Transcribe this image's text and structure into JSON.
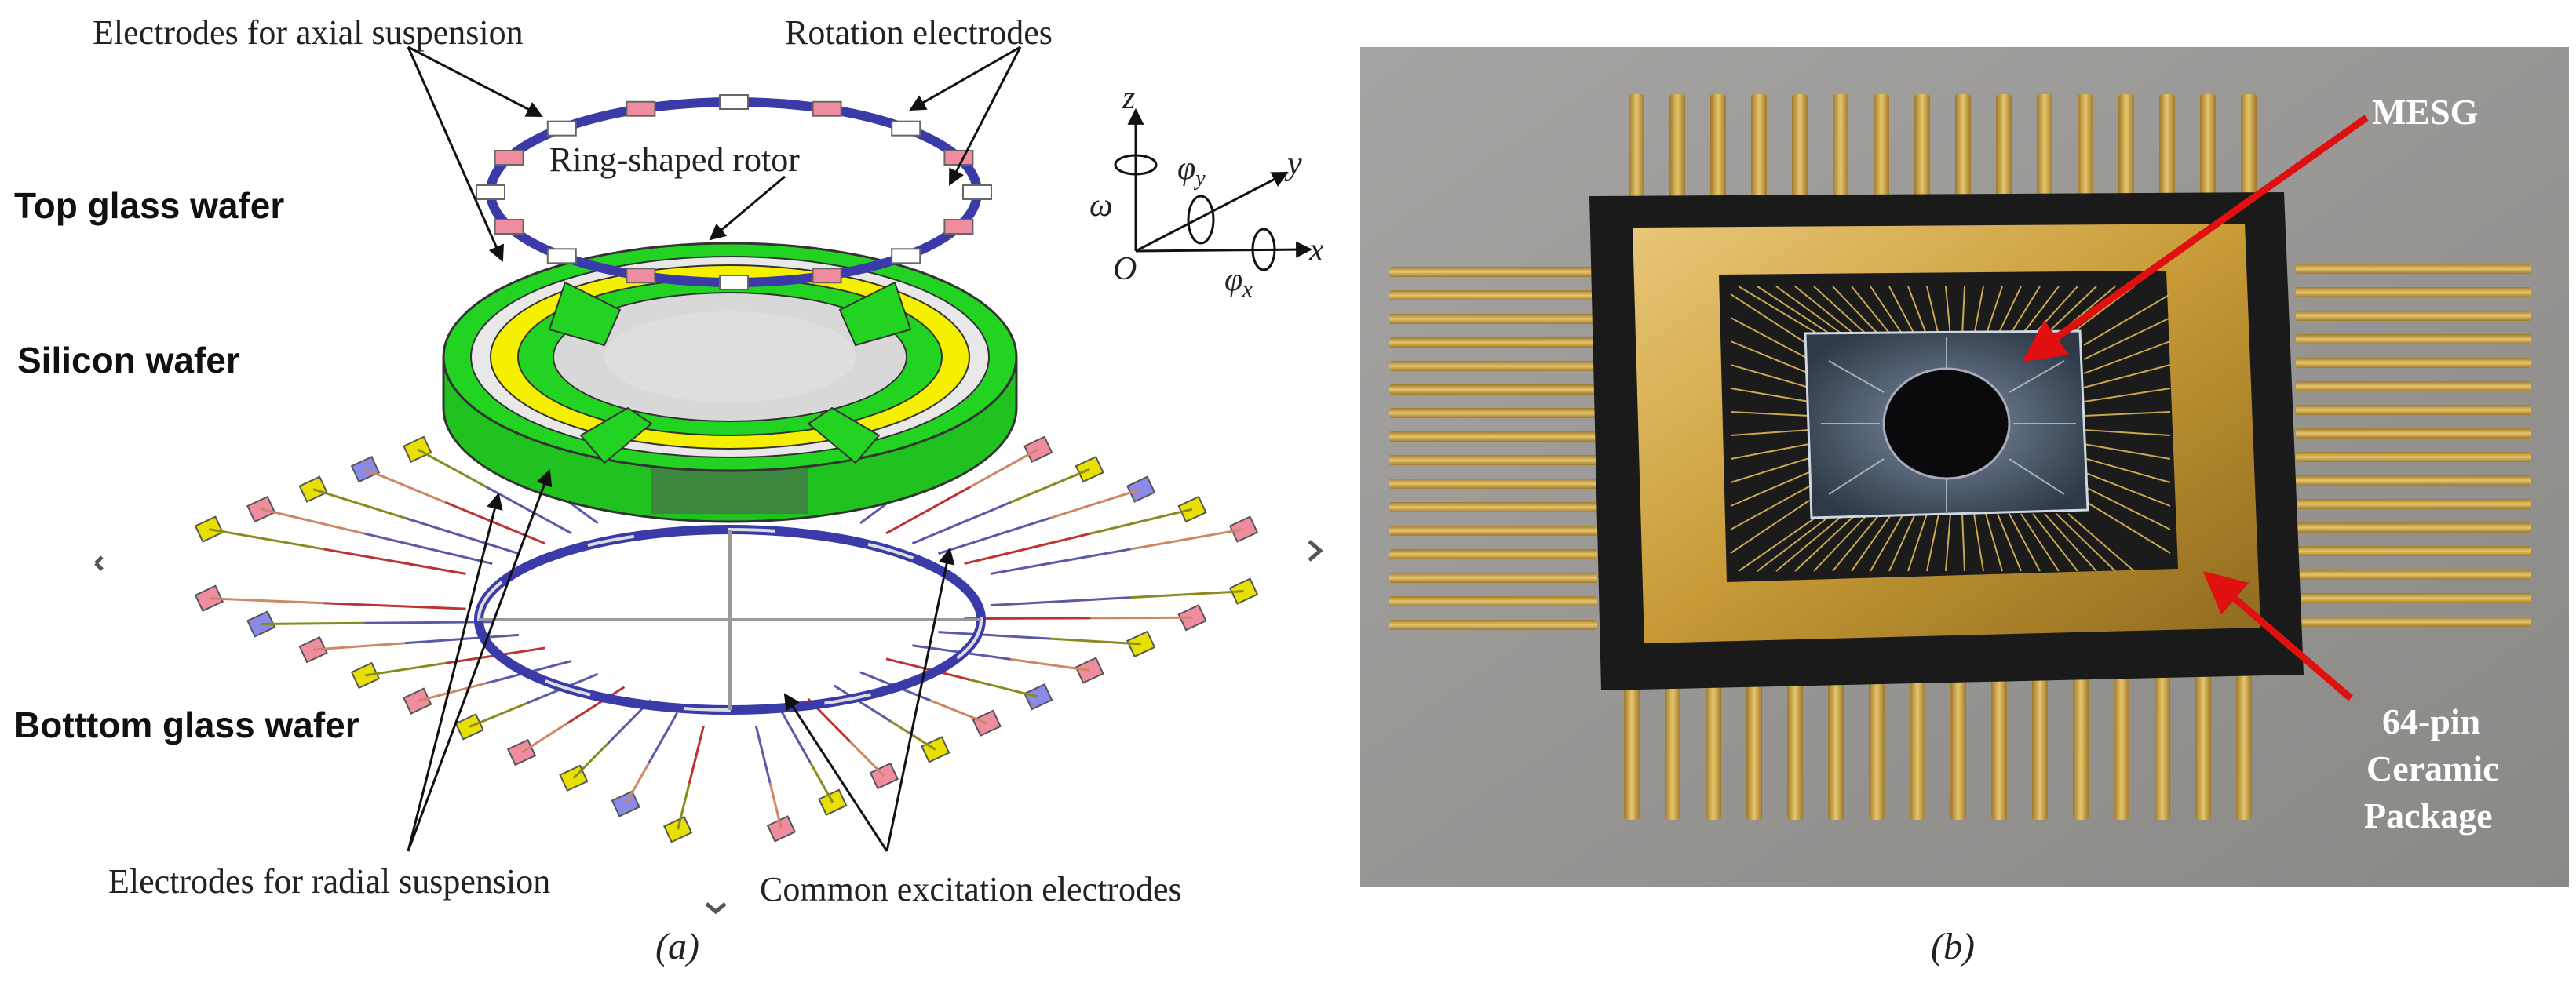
{
  "panel_a": {
    "labels": {
      "axial": "Electrodes for axial suspension",
      "rotation": "Rotation electrodes",
      "rotor": "Ring-shaped rotor",
      "top_wafer": "Top glass wafer",
      "silicon_wafer": "Silicon wafer",
      "bottom_wafer": "Botttom glass wafer",
      "radial": "Electrodes for radial suspension",
      "common": "Common excitation  electrodes"
    },
    "axes": {
      "z": "z",
      "y": "y",
      "x": "x",
      "o": "O",
      "omega": "ω",
      "phi_y": "φ",
      "phi_y_sub": "y",
      "phi_x": "φ",
      "phi_x_sub": "x"
    },
    "caption": "(a)"
  },
  "panel_b": {
    "labels": {
      "mesg": "MESG",
      "pkg1": "64-pin",
      "pkg2": "Ceramic",
      "pkg3": "Package"
    },
    "caption": "(b)"
  },
  "colors": {
    "ring_blue": "#3a3aa8",
    "electrode_pink": "#f08ca0",
    "rotor_yellow": "#f5f000",
    "electrode_green": "#22d322",
    "pad_yellow": "#e8e000",
    "pad_blue": "#8a8ae8",
    "gold": "#c9a035",
    "ceramic": "#1a1a1a",
    "arrow_red": "#e01010"
  }
}
